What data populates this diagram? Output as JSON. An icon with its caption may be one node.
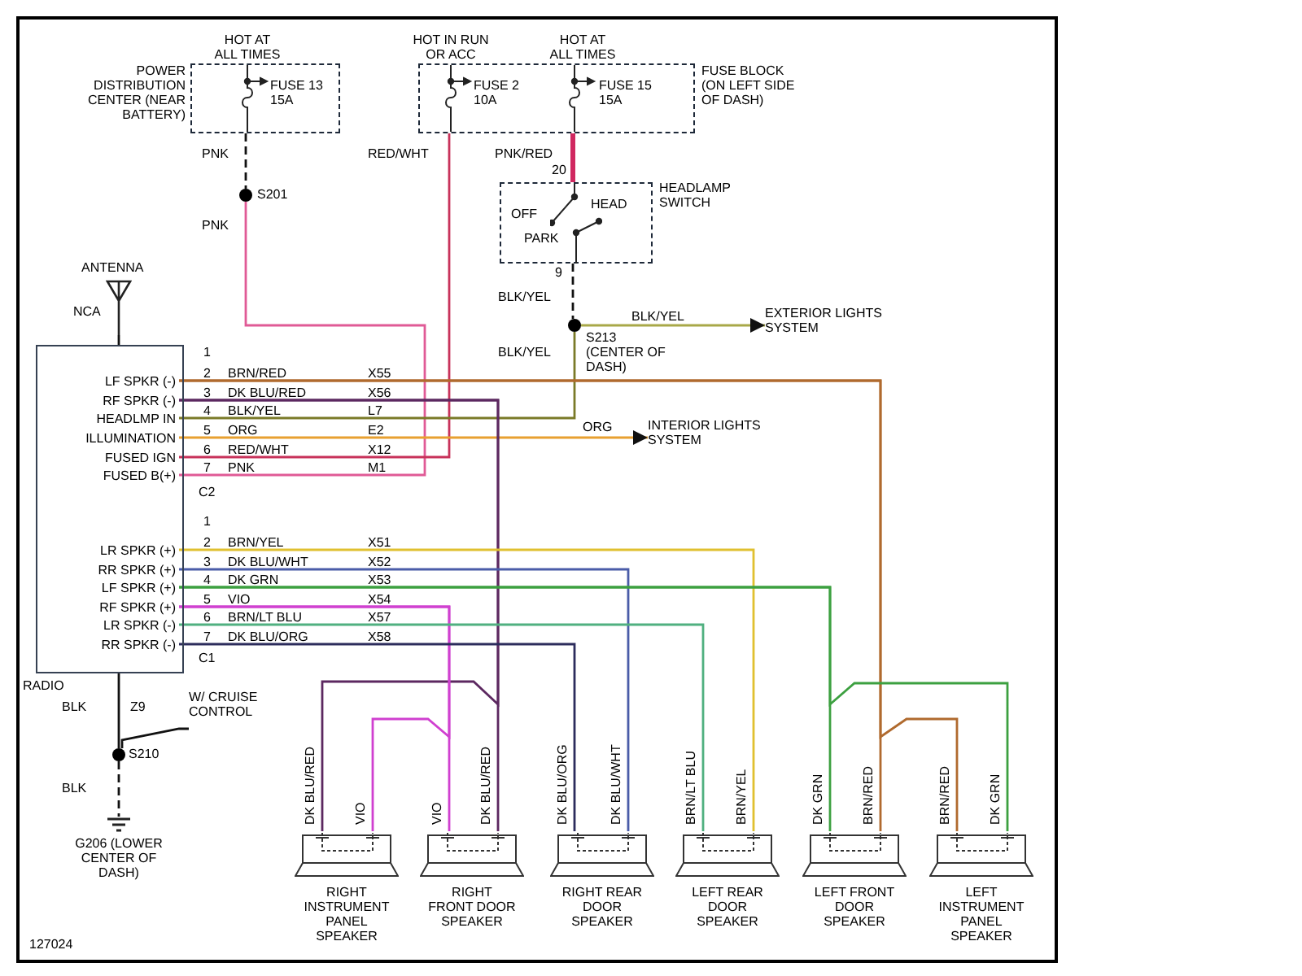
{
  "diagram": {
    "nodes": [
      {
        "text": [
          "HOT AT ALL TIMES",
          "FUSE 13 15A"
        ],
        "beside": [
          "POWER DISTRIBUTION CENTER (NEAR BATTERY)"
        ]
      },
      {
        "text": [
          "HOT IN RUN OR ACC",
          "FUSE 2 10A",
          "HOT AT ALL TIMES",
          "FUSE 15 15A"
        ],
        "beside": [
          "FUSE BLOCK (ON LEFT SIDE OF DASH)"
        ]
      },
      {
        "text": [
          "S201"
        ]
      },
      {
        "text": [
          "OFF",
          "HEAD",
          "PARK"
        ],
        "beside": [
          "HEADLAMP SWITCH"
        ]
      },
      {
        "text": [
          "S213 (CENTER OF DASH)"
        ]
      },
      {
        "text": [
          "EXTERIOR LIGHTS SYSTEM"
        ]
      },
      {
        "text": [
          "INTERIOR LIGHTS SYSTEM"
        ]
      },
      {
        "text": [
          "ANTENNA",
          "NCA"
        ]
      },
      {
        "text": [
          "RADIO"
        ]
      },
      {
        "text": [
          "LF SPKR (-)"
        ],
        "in": 8
      },
      {
        "text": [
          "RF SPKR (-)"
        ],
        "in": 8
      },
      {
        "text": [
          "HEADLMP IN"
        ],
        "in": 8
      },
      {
        "text": [
          "ILLUMINATION"
        ],
        "in": 8
      },
      {
        "text": [
          "FUSED IGN"
        ],
        "in": 8
      },
      {
        "text": [
          "FUSED B(+)"
        ],
        "in": 8
      },
      {
        "text": [
          "LR SPKR (+)"
        ],
        "in": 8
      },
      {
        "text": [
          "RR SPKR (+)"
        ],
        "in": 8
      },
      {
        "text": [
          "LF SPKR (+)"
        ],
        "in": 8
      },
      {
        "text": [
          "RF SPKR (+)"
        ],
        "in": 8
      },
      {
        "text": [
          "LR SPKR (-)"
        ],
        "in": 8
      },
      {
        "text": [
          "RR SPKR (-)"
        ],
        "in": 8
      },
      {
        "text": [
          "S210"
        ]
      },
      {
        "text": [
          "G206 (LOWER CENTER OF DASH)"
        ]
      },
      {
        "text": [
          "W/ CRUISE CONTROL"
        ]
      },
      {
        "text": [
          "RIGHT INSTRUMENT PANEL SPEAKER"
        ]
      },
      {
        "text": [
          "RIGHT FRONT DOOR SPEAKER"
        ]
      },
      {
        "text": [
          "RIGHT REAR DOOR SPEAKER"
        ]
      },
      {
        "text": [
          "LEFT REAR DOOR SPEAKER"
        ]
      },
      {
        "text": [
          "LEFT FRONT DOOR SPEAKER"
        ]
      },
      {
        "text": [
          "LEFT INSTRUMENT PANEL SPEAKER"
        ]
      }
    ],
    "edges": [
      {
        "from": 0,
        "to": 2,
        "arrow": "none",
        "style": "dashed"
      },
      {
        "from": 2,
        "to": 14,
        "arrow": "none",
        "color": "#e05a96"
      },
      {
        "from": 1,
        "to": 13,
        "arrow": "none",
        "color": "#c8325a"
      },
      {
        "from": 1,
        "to": 3,
        "arrow": "none",
        "style": "thick",
        "color": "#d02860"
      },
      {
        "from": 3,
        "to": 4,
        "arrow": "none",
        "style": "dashed"
      },
      {
        "from": 4,
        "to": 5,
        "arrow": "to",
        "color": "#a8a848"
      },
      {
        "from": 4,
        "to": 11,
        "arrow": "none",
        "color": "#7a7a28"
      },
      {
        "from": 12,
        "to": 6,
        "arrow": "to",
        "color": "#e8a030"
      },
      {
        "from": 9,
        "to": 28,
        "arrow": "none",
        "color": "#b06a2e"
      },
      {
        "from": 9,
        "to": 29,
        "arrow": "none",
        "color": "#b06a2e"
      },
      {
        "from": 10,
        "to": 25,
        "arrow": "none",
        "color": "#5c2860"
      },
      {
        "from": 10,
        "to": 24,
        "arrow": "none",
        "color": "#5c2860"
      },
      {
        "from": 15,
        "to": 27,
        "arrow": "none",
        "color": "#e0c030"
      },
      {
        "from": 16,
        "to": 26,
        "arrow": "none",
        "color": "#4a5ca8"
      },
      {
        "from": 17,
        "to": 28,
        "arrow": "none",
        "color": "#3ca040"
      },
      {
        "from": 17,
        "to": 29,
        "arrow": "none",
        "color": "#3ca040"
      },
      {
        "from": 18,
        "to": 25,
        "arrow": "none",
        "color": "#d040d0"
      },
      {
        "from": 18,
        "to": 24,
        "arrow": "none",
        "color": "#d040d0"
      },
      {
        "from": 19,
        "to": 27,
        "arrow": "none",
        "color": "#50b080"
      },
      {
        "from": 20,
        "to": 26,
        "arrow": "none",
        "color": "#2c2c5c"
      },
      {
        "from": 7,
        "to": 8,
        "arrow": "none"
      },
      {
        "from": 8,
        "to": 21,
        "arrow": "none"
      },
      {
        "from": 21,
        "to": 22,
        "arrow": "none",
        "style": "dashed"
      },
      {
        "from": 23,
        "to": 21,
        "arrow": "none"
      }
    ],
    "labels": [
      "PNK",
      "PNK",
      "RED/WHT",
      "PNK/RED",
      "20",
      "9",
      "BLK/YEL",
      "BLK/YEL",
      "BLK/YEL",
      "ORG",
      "1",
      "2",
      "BRN/RED",
      "X55",
      "3",
      "DK BLU/RED",
      "X56",
      "4",
      "BLK/YEL",
      "L7",
      "5",
      "ORG",
      "E2",
      "6",
      "RED/WHT",
      "X12",
      "7",
      "PNK",
      "M1",
      "C2",
      "1",
      "2",
      "BRN/YEL",
      "X51",
      "3",
      "DK BLU/WHT",
      "X52",
      "4",
      "DK GRN",
      "X53",
      "5",
      "VIO",
      "X54",
      "6",
      "BRN/LT BLU",
      "X57",
      "7",
      "DK BLU/ORG",
      "X58",
      "C1",
      "BLK",
      "Z9",
      "BLK",
      "DK BLU/RED",
      "VIO",
      "VIO",
      "DK BLU/RED",
      "DK BLU/ORG",
      "DK BLU/WHT",
      "BRN/LT BLU",
      "BRN/YEL",
      "DK GRN",
      "BRN/RED",
      "BRN/RED",
      "DK GRN",
      "127024"
    ]
  }
}
